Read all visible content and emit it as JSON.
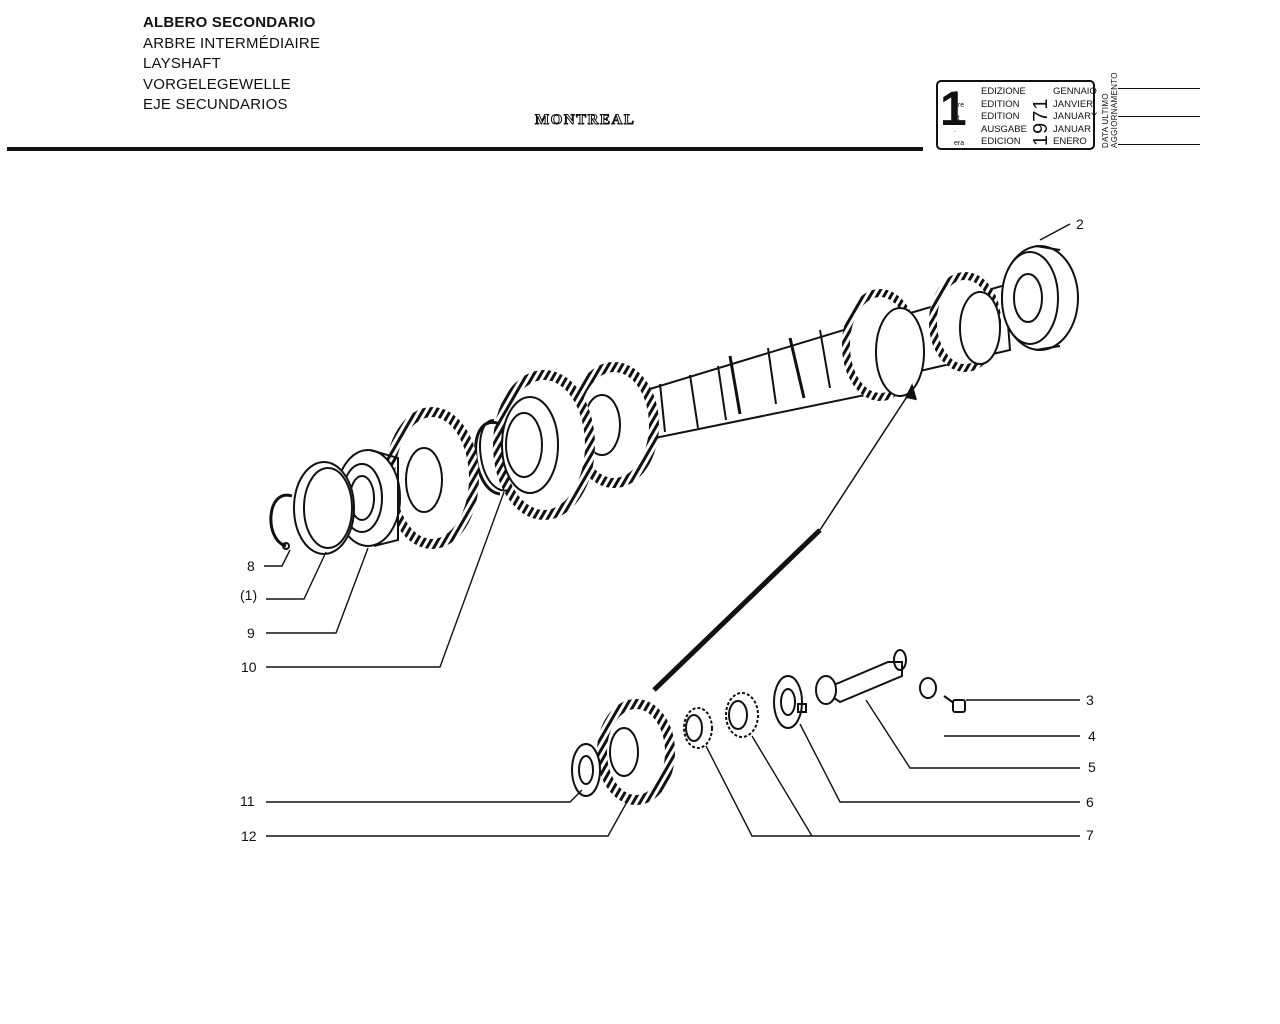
{
  "titles": {
    "it": "ALBERO SECONDARIO",
    "fr": "ARBRE INTERMÉDIAIRE",
    "en": "LAYSHAFT",
    "de": "VORGELEGEWELLE",
    "es": "EJE SECUNDARIOS"
  },
  "brand": "MONTREAL",
  "edition_box": {
    "number": "1",
    "ordinals": [
      "a",
      "ere",
      "st",
      ".",
      "era"
    ],
    "edition_words": [
      "EDIZIONE",
      "EDITION",
      "EDITION",
      "AUSGABE",
      "EDICION"
    ],
    "year": "1971",
    "months": [
      "GENNAIO",
      "JANVIER",
      "JANUARY",
      "JANUAR",
      "ENERO"
    ],
    "update_label_1": "DATA ULTIMO",
    "update_label_2": "AGGIORNAMENTO"
  },
  "callouts": [
    "2",
    "8",
    "(1)",
    "9",
    "10",
    "3",
    "4",
    "5",
    "11",
    "6",
    "12",
    "7"
  ]
}
